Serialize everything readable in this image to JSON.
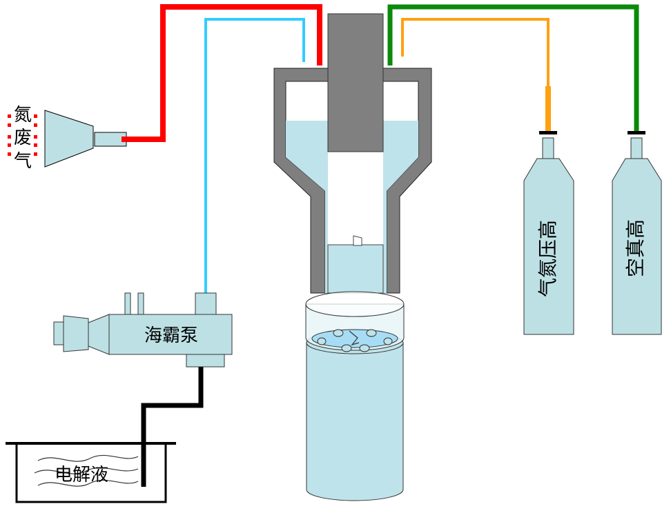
{
  "labels": {
    "exhaust_gas": [
      "氮",
      "废",
      "气"
    ],
    "pump": "海霸泵",
    "electrolyte": "电解液",
    "cylinder_nitrogen": "气氮压高",
    "cylinder_air": "空真高"
  },
  "colors": {
    "red_line": "#ff0000",
    "blue_line": "#33ccff",
    "green_line": "#0a8a0a",
    "orange_line": "#ffa010",
    "black_line": "#000000",
    "equipment_fill": "#bde0e4",
    "vessel_gray": "#7f7f7f",
    "plunger_gray": "#808080",
    "water_fill": "#bfe3ea",
    "dish_blue": "#a7dcf5"
  }
}
